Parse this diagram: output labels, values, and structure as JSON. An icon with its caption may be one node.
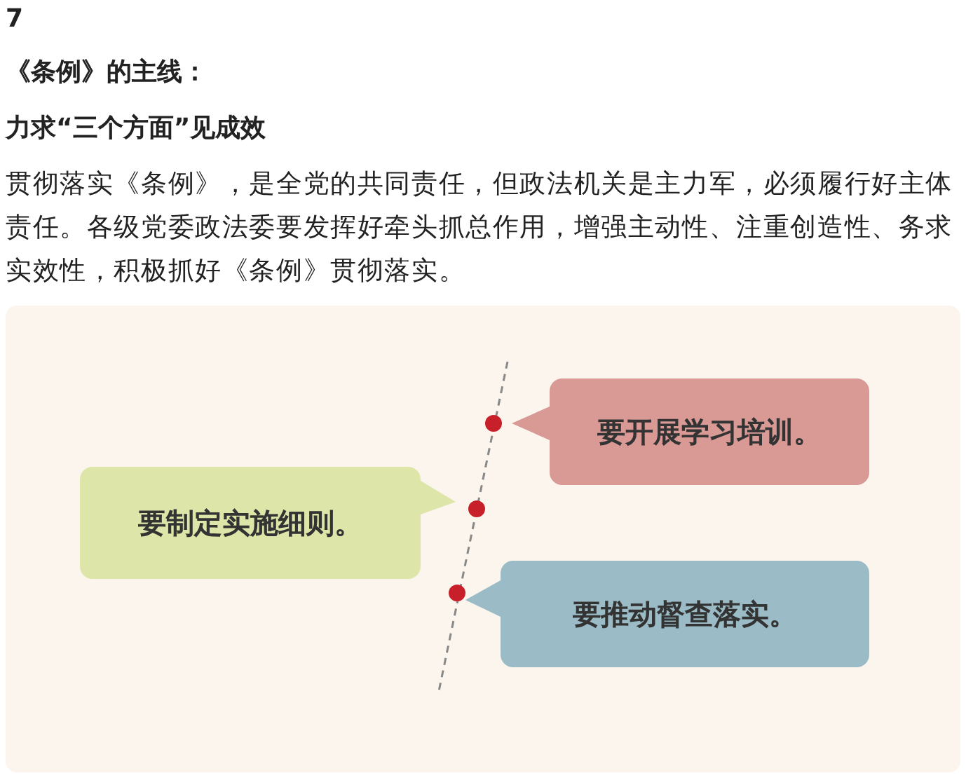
{
  "diagram": {
    "nodes": [
      {
        "text": [
          "要开展学习培训。"
        ]
      },
      {
        "text": [
          "要制定实施细则。"
        ]
      },
      {
        "text": [
          "要推动督查落实。"
        ]
      }
    ],
    "labels": [
      "7",
      "《条例》的主线：",
      "力求“三个方面”见成效",
      "贯彻落实《条例》，是全党的共同责任，但政法机关是主力军，必须履行好主体责任。各级党委政法委要发挥好牵头抓总作用，增强主动性、注重创造性、务求实效性，积极抓好《条例》贯彻落实。"
    ]
  }
}
